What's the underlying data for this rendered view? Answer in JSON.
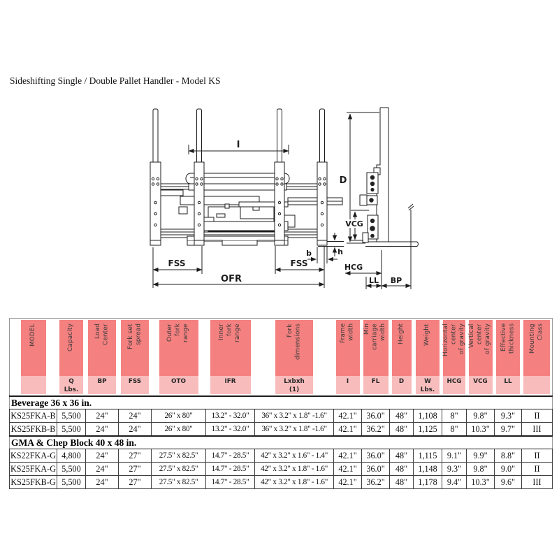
{
  "page": {
    "title": "Sideshifting Single / Double Pallet Handler - Model KS"
  },
  "colors": {
    "header_dark": "#f48080",
    "header_light": "#f9bcbc",
    "line": "#1c1c1c"
  },
  "diagram": {
    "labels": {
      "i": "I",
      "fss": "FSS",
      "ofr": "OFR",
      "b": "b",
      "h": "h",
      "d": "D",
      "vcg": "VCG",
      "hcg": "HCG",
      "ll": "LL",
      "bp": "BP"
    }
  },
  "table": {
    "columns": [
      {
        "label": "MODEL",
        "sub": "",
        "w": 63,
        "bw": 36
      },
      {
        "label": "Capacity",
        "sub": "Q\nLbs.",
        "w": 41,
        "bw": 34
      },
      {
        "label": "Load\nCenter",
        "sub": "BP",
        "w": 47,
        "bw": 40
      },
      {
        "label": "Fork set\nspread",
        "sub": "FSS",
        "w": 47,
        "bw": 40
      },
      {
        "label": "Outer\nfork\nrange",
        "sub": "OTO",
        "w": 78,
        "bw": 56
      },
      {
        "label": "Inner\nfork\nrange",
        "sub": "IFR",
        "w": 70,
        "bw": 58
      },
      {
        "label": "Fork\ndimensions",
        "sub": "Lxbxh\n(1)",
        "w": 113,
        "bw": 54
      },
      {
        "label": "Frame\nwidth",
        "sub": "I",
        "w": 40,
        "bw": 34
      },
      {
        "label": "Min\ncarriage\nwidth",
        "sub": "FL",
        "w": 40,
        "bw": 36
      },
      {
        "label": "Height",
        "sub": "D",
        "w": 34,
        "bw": 28
      },
      {
        "label": "Weight",
        "sub": "W\nLbs.",
        "w": 41,
        "bw": 34
      },
      {
        "label": "Horizontal\ncenter\nof gravity",
        "sub": "HCG",
        "w": 35,
        "bw": 32
      },
      {
        "label": "Vertical\ncenter\nof gravity",
        "sub": "VCG",
        "w": 40,
        "bw": 34
      },
      {
        "label": "Effective\nthickness",
        "sub": "LL",
        "w": 39,
        "bw": 34
      },
      {
        "label": "Mounting\nClass",
        "sub": "",
        "w": 44,
        "bw": 38
      }
    ],
    "sections": [
      {
        "title": "Beverage 36 x 36 in.",
        "rows": [
          [
            "KS25FKA-B",
            "5,500",
            "24\"",
            "24\"",
            "26\" x 80\"",
            "13.2\" - 32.0\"",
            "36\" x 3.2\" x 1.8\" -1.6\"",
            "42.1\"",
            "36.0\"",
            "48\"",
            "1,108",
            "8\"",
            "9.8\"",
            "9.3\"",
            "II"
          ],
          [
            "KS25FKB-B",
            "5,500",
            "24\"",
            "24\"",
            "26\" x 80\"",
            "13.2\" - 32.0\"",
            "36\" x 3.2\" x 1.8\" -1.6\"",
            "42.1\"",
            "36.2\"",
            "48\"",
            "1,125",
            "8\"",
            "10.3\"",
            "9.7\"",
            "III"
          ]
        ]
      },
      {
        "title": "GMA & Chep Block 40 x 48 in.",
        "rows": [
          [
            "KS22FKA-G",
            "4,800",
            "24\"",
            "27\"",
            "27.5\" x 82.5\"",
            "14.7\" - 28.5\"",
            "42\" x 3.2\" x 1.6\" - 1.4\"",
            "42.1\"",
            "36.0\"",
            "48\"",
            "1,115",
            "9.1\"",
            "9.9\"",
            "8.8\"",
            "II"
          ],
          [
            "KS25FKA-G",
            "5,500",
            "24\"",
            "27\"",
            "27.5\" x 82.5\"",
            "14.7\" - 28.5\"",
            "42\" x 3.2\" x 1.8\" - 1.6\"",
            "42.1\"",
            "36.0\"",
            "48\"",
            "1,148",
            "9.3\"",
            "9.8\"",
            "9.0\"",
            "II"
          ],
          [
            "KS25FKB-G",
            "5,500",
            "24\"",
            "27\"",
            "27.5\" x 82.5\"",
            "14.7\" - 28.5\"",
            "42\" x 3.2\" x 1.8\" - 1.6\"",
            "42.1\"",
            "36.2\"",
            "48\"",
            "1,178",
            "9.4\"",
            "10.3\"",
            "9.6\"",
            "III"
          ]
        ]
      }
    ]
  }
}
